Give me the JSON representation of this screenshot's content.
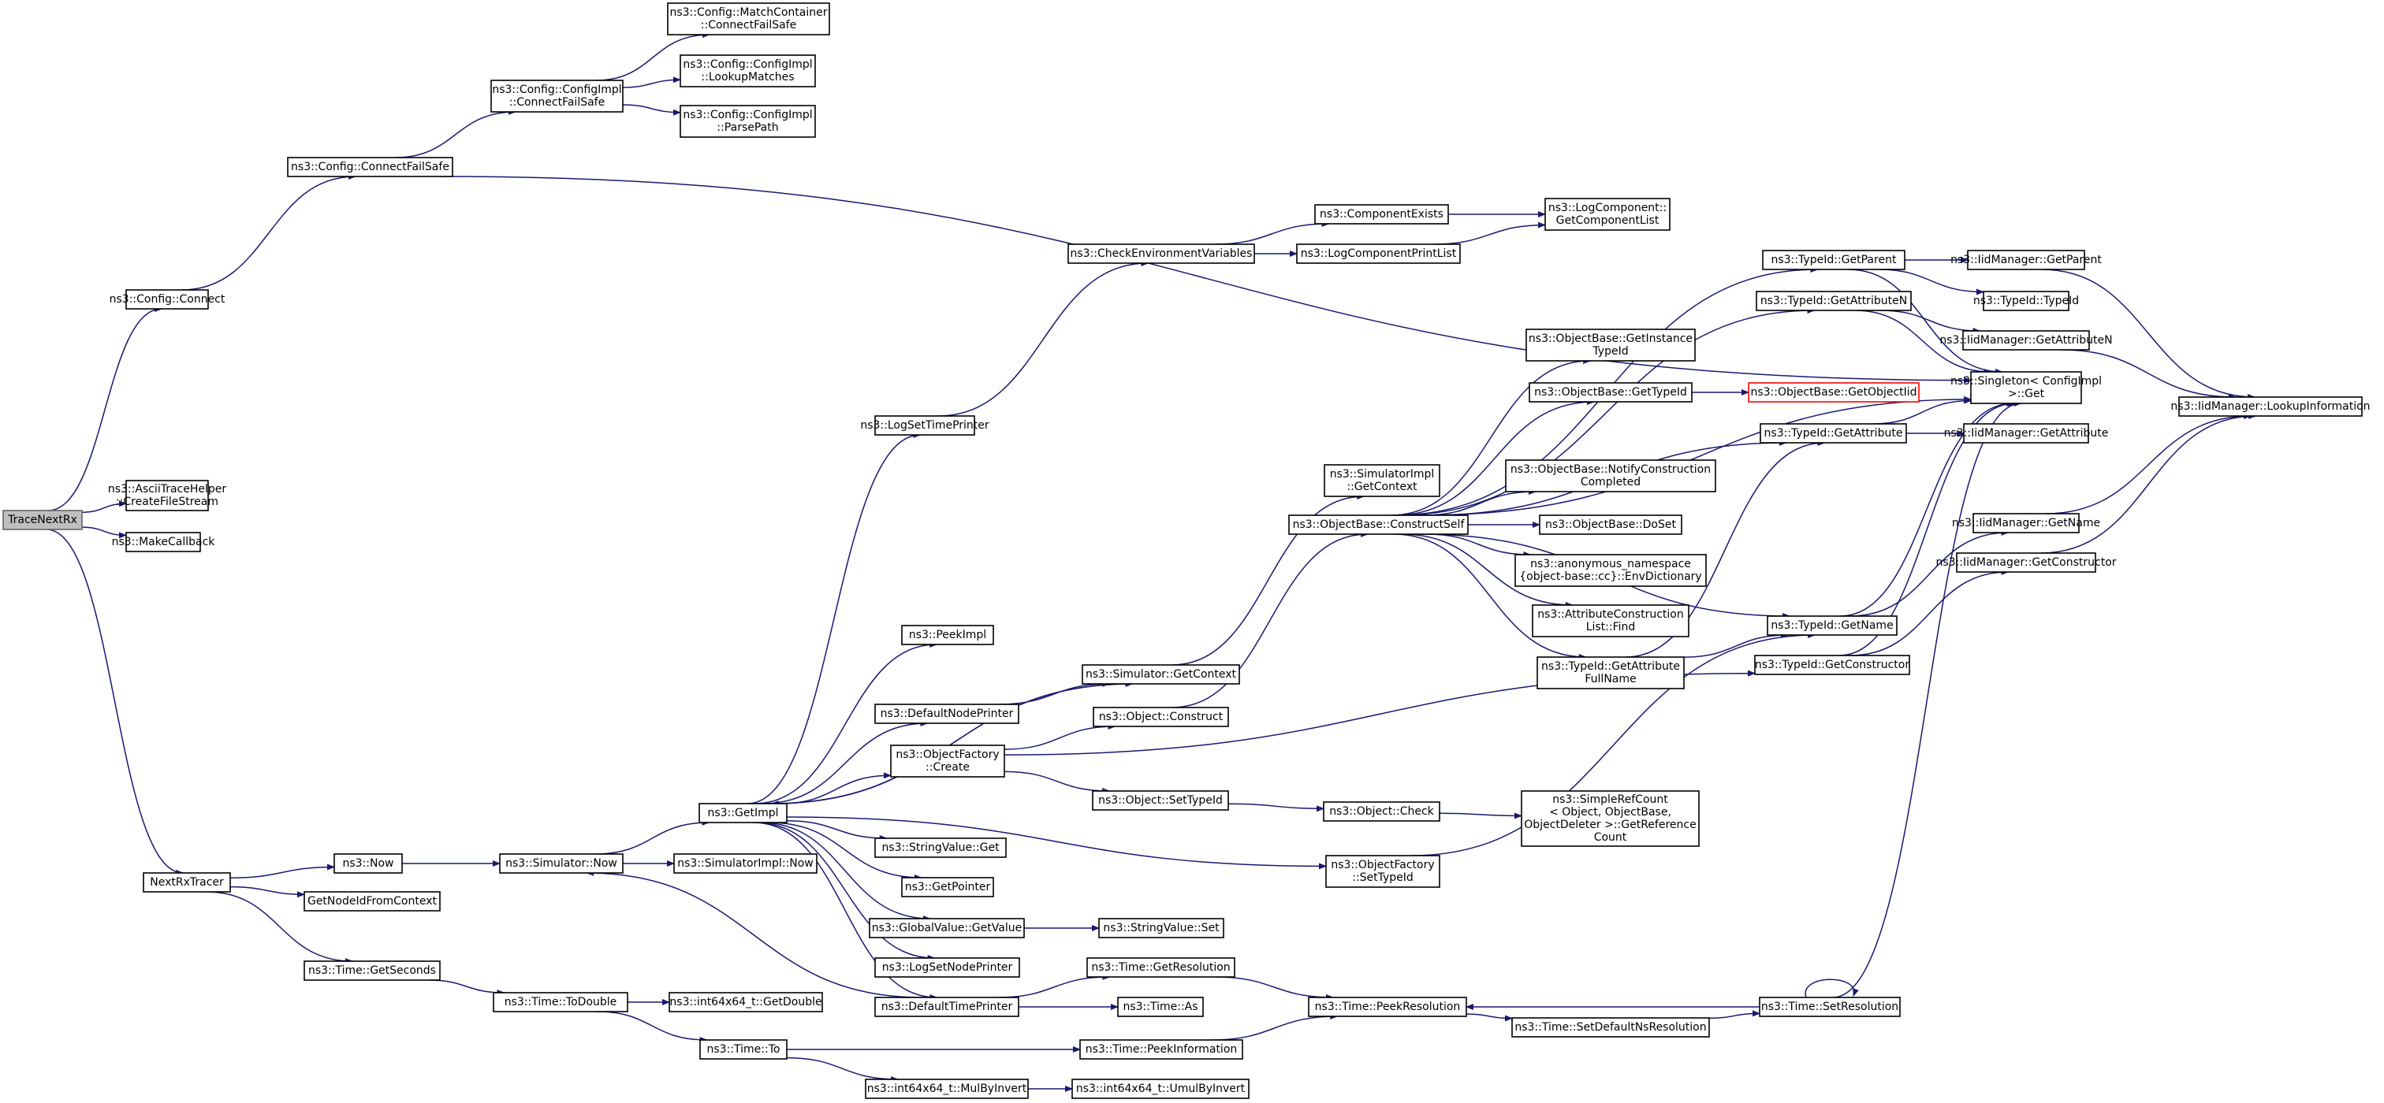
{
  "colors": {
    "edge": "#191970",
    "node_border": "#000000",
    "node_fill": "#ffffff",
    "root_fill": "#bfbfbf",
    "root_border": "#666666",
    "highlight_border": "#ff0000"
  },
  "nodes": [
    {
      "id": "tracenextrx",
      "lines": [
        "TraceNextRx"
      ],
      "root": true
    },
    {
      "id": "config_connect",
      "lines": [
        "ns3::Config::Connect"
      ]
    },
    {
      "id": "ascii_create",
      "lines": [
        "ns3::AsciiTraceHelper",
        "::CreateFileStream"
      ]
    },
    {
      "id": "makecallback",
      "lines": [
        "ns3::MakeCallback"
      ]
    },
    {
      "id": "nextrxtracer",
      "lines": [
        "NextRxTracer"
      ]
    },
    {
      "id": "config_cfs",
      "lines": [
        "ns3::Config::ConnectFailSafe"
      ]
    },
    {
      "id": "configimpl_cfs",
      "lines": [
        "ns3::Config::ConfigImpl",
        "::ConnectFailSafe"
      ]
    },
    {
      "id": "matchcontainer_cfs",
      "lines": [
        "ns3::Config::MatchContainer",
        "::ConnectFailSafe"
      ]
    },
    {
      "id": "configimpl_lookup",
      "lines": [
        "ns3::Config::ConfigImpl",
        "::LookupMatches"
      ]
    },
    {
      "id": "configimpl_parse",
      "lines": [
        "ns3::Config::ConfigImpl",
        "::ParsePath"
      ]
    },
    {
      "id": "singleton_get",
      "lines": [
        "ns3::Singleton< ConfigImpl",
        " >::Get"
      ]
    },
    {
      "id": "now",
      "lines": [
        "ns3::Now"
      ]
    },
    {
      "id": "getnodeid",
      "lines": [
        "GetNodeIdFromContext"
      ]
    },
    {
      "id": "time_getseconds",
      "lines": [
        "ns3::Time::GetSeconds"
      ]
    },
    {
      "id": "simulator_now",
      "lines": [
        "ns3::Simulator::Now"
      ]
    },
    {
      "id": "simimpl_now",
      "lines": [
        "ns3::SimulatorImpl::Now"
      ]
    },
    {
      "id": "getimpl",
      "lines": [
        "ns3::GetImpl"
      ]
    },
    {
      "id": "logsettimeprinter",
      "lines": [
        "ns3::LogSetTimePrinter"
      ]
    },
    {
      "id": "checkenv",
      "lines": [
        "ns3::CheckEnvironmentVariables"
      ]
    },
    {
      "id": "componentexists",
      "lines": [
        "ns3::ComponentExists"
      ]
    },
    {
      "id": "logcompprintlist",
      "lines": [
        "ns3::LogComponentPrintList"
      ]
    },
    {
      "id": "logcomp_getlist",
      "lines": [
        "ns3::LogComponent::",
        "GetComponentList"
      ]
    },
    {
      "id": "peekimpl",
      "lines": [
        "ns3::PeekImpl"
      ]
    },
    {
      "id": "simulator_getcontext",
      "lines": [
        "ns3::Simulator::GetContext"
      ]
    },
    {
      "id": "defaultnodeprinter",
      "lines": [
        "ns3::DefaultNodePrinter"
      ]
    },
    {
      "id": "objectfactory_create",
      "lines": [
        "ns3::ObjectFactory",
        "::Create"
      ]
    },
    {
      "id": "stringvalue_get",
      "lines": [
        "ns3::StringValue::Get"
      ]
    },
    {
      "id": "getpointer",
      "lines": [
        "ns3::GetPointer"
      ]
    },
    {
      "id": "globalvalue_getvalue",
      "lines": [
        "ns3::GlobalValue::GetValue"
      ]
    },
    {
      "id": "logsetnodeprinter",
      "lines": [
        "ns3::LogSetNodePrinter"
      ]
    },
    {
      "id": "defaulttimeprinter",
      "lines": [
        "ns3::DefaultTimePrinter"
      ]
    },
    {
      "id": "simimpl_getcontext",
      "lines": [
        "ns3::SimulatorImpl",
        "::GetContext"
      ]
    },
    {
      "id": "object_construct",
      "lines": [
        "ns3::Object::Construct"
      ]
    },
    {
      "id": "object_settypeid",
      "lines": [
        "ns3::Object::SetTypeId"
      ]
    },
    {
      "id": "objectfactory_settypeid",
      "lines": [
        "ns3::ObjectFactory",
        "::SetTypeId"
      ]
    },
    {
      "id": "stringvalue_set",
      "lines": [
        "ns3::StringValue::Set"
      ]
    },
    {
      "id": "time_getresolution",
      "lines": [
        "ns3::Time::GetResolution"
      ]
    },
    {
      "id": "time_as",
      "lines": [
        "ns3::Time::As"
      ]
    },
    {
      "id": "time_todouble",
      "lines": [
        "ns3::Time::ToDouble"
      ]
    },
    {
      "id": "int64_getdouble",
      "lines": [
        "ns3::int64x64_t::GetDouble"
      ]
    },
    {
      "id": "time_to",
      "lines": [
        "ns3::Time::To"
      ]
    },
    {
      "id": "time_peekinformation",
      "lines": [
        "ns3::Time::PeekInformation"
      ]
    },
    {
      "id": "int64_mulbyinvert",
      "lines": [
        "ns3::int64x64_t::MulByInvert"
      ]
    },
    {
      "id": "int64_umulbyinvert",
      "lines": [
        "ns3::int64x64_t::UmulByInvert"
      ]
    },
    {
      "id": "objectbase_constructself",
      "lines": [
        "ns3::ObjectBase::ConstructSelf"
      ]
    },
    {
      "id": "object_check",
      "lines": [
        "ns3::Object::Check"
      ]
    },
    {
      "id": "simplerefcount",
      "lines": [
        "ns3::SimpleRefCount",
        "< Object, ObjectBase,",
        " ObjectDeleter >::GetReference",
        "Count"
      ]
    },
    {
      "id": "objectbase_getinstancetypeid",
      "lines": [
        "ns3::ObjectBase::GetInstance",
        "TypeId"
      ]
    },
    {
      "id": "objectbase_gettypeid",
      "lines": [
        "ns3::ObjectBase::GetTypeId"
      ]
    },
    {
      "id": "objectbase_getobjectiid",
      "lines": [
        "ns3::ObjectBase::GetObjectIid"
      ],
      "highlight": true
    },
    {
      "id": "objectbase_notify",
      "lines": [
        "ns3::ObjectBase::NotifyConstruction",
        "Completed"
      ]
    },
    {
      "id": "objectbase_doset",
      "lines": [
        "ns3::ObjectBase::DoSet"
      ]
    },
    {
      "id": "anon_envdict",
      "lines": [
        "ns3::anonymous_namespace",
        "{object-base::cc}::EnvDictionary"
      ]
    },
    {
      "id": "attrconstruction_find",
      "lines": [
        "ns3::AttributeConstruction",
        "List::Find"
      ]
    },
    {
      "id": "typeid_getattributefullname",
      "lines": [
        "ns3::TypeId::GetAttribute",
        "FullName"
      ]
    },
    {
      "id": "typeid_getparent",
      "lines": [
        "ns3::TypeId::GetParent"
      ]
    },
    {
      "id": "typeid_getattributen",
      "lines": [
        "ns3::TypeId::GetAttributeN"
      ]
    },
    {
      "id": "typeid_getattribute",
      "lines": [
        "ns3::TypeId::GetAttribute"
      ]
    },
    {
      "id": "typeid_getname",
      "lines": [
        "ns3::TypeId::GetName"
      ]
    },
    {
      "id": "typeid_getconstructor",
      "lines": [
        "ns3::TypeId::GetConstructor"
      ]
    },
    {
      "id": "iidmanager_getparent",
      "lines": [
        "ns3::IidManager::GetParent"
      ]
    },
    {
      "id": "typeid_typeid",
      "lines": [
        "ns3::TypeId::TypeId"
      ]
    },
    {
      "id": "iidmanager_getattributen",
      "lines": [
        "ns3::IidManager::GetAttributeN"
      ]
    },
    {
      "id": "iidmanager_lookupinformation",
      "lines": [
        "ns3::IidManager::LookupInformation"
      ]
    },
    {
      "id": "iidmanager_getattribute",
      "lines": [
        "ns3::IidManager::GetAttribute"
      ]
    },
    {
      "id": "iidmanager_getname",
      "lines": [
        "ns3::IidManager::GetName"
      ]
    },
    {
      "id": "iidmanager_getconstructor",
      "lines": [
        "ns3::IidManager::GetConstructor"
      ]
    },
    {
      "id": "time_peekresolution",
      "lines": [
        "ns3::Time::PeekResolution"
      ]
    },
    {
      "id": "time_setdefaultns",
      "lines": [
        "ns3::Time::SetDefaultNsResolution"
      ]
    },
    {
      "id": "time_setresolution",
      "lines": [
        "ns3::Time::SetResolution"
      ]
    }
  ],
  "edges": [
    [
      "tracenextrx",
      "config_connect"
    ],
    [
      "tracenextrx",
      "ascii_create"
    ],
    [
      "tracenextrx",
      "makecallback"
    ],
    [
      "tracenextrx",
      "nextrxtracer"
    ],
    [
      "config_connect",
      "config_cfs"
    ],
    [
      "config_cfs",
      "configimpl_cfs"
    ],
    [
      "config_cfs",
      "singleton_get"
    ],
    [
      "configimpl_cfs",
      "matchcontainer_cfs"
    ],
    [
      "configimpl_cfs",
      "configimpl_lookup"
    ],
    [
      "configimpl_cfs",
      "configimpl_parse"
    ],
    [
      "nextrxtracer",
      "now"
    ],
    [
      "nextrxtracer",
      "getnodeid"
    ],
    [
      "nextrxtracer",
      "time_getseconds"
    ],
    [
      "now",
      "simulator_now"
    ],
    [
      "simulator_now",
      "simimpl_now"
    ],
    [
      "simulator_now",
      "getimpl"
    ],
    [
      "getimpl",
      "logsettimeprinter"
    ],
    [
      "getimpl",
      "peekimpl"
    ],
    [
      "getimpl",
      "simulator_getcontext"
    ],
    [
      "getimpl",
      "defaultnodeprinter"
    ],
    [
      "getimpl",
      "objectfactory_create"
    ],
    [
      "getimpl",
      "stringvalue_get"
    ],
    [
      "getimpl",
      "getpointer"
    ],
    [
      "getimpl",
      "globalvalue_getvalue"
    ],
    [
      "getimpl",
      "logsetnodeprinter"
    ],
    [
      "getimpl",
      "defaulttimeprinter"
    ],
    [
      "getimpl",
      "objectfactory_settypeid"
    ],
    [
      "logsettimeprinter",
      "checkenv"
    ],
    [
      "checkenv",
      "componentexists"
    ],
    [
      "checkenv",
      "logcompprintlist"
    ],
    [
      "componentexists",
      "logcomp_getlist"
    ],
    [
      "logcompprintlist",
      "logcomp_getlist"
    ],
    [
      "simulator_getcontext",
      "getimpl"
    ],
    [
      "simulator_getcontext",
      "simimpl_getcontext"
    ],
    [
      "defaultnodeprinter",
      "simulator_getcontext"
    ],
    [
      "objectfactory_create",
      "object_construct"
    ],
    [
      "objectfactory_create",
      "object_settypeid"
    ],
    [
      "objectfactory_create",
      "typeid_getconstructor"
    ],
    [
      "object_construct",
      "objectbase_constructself"
    ],
    [
      "object_settypeid",
      "object_check"
    ],
    [
      "object_check",
      "simplerefcount"
    ],
    [
      "objectfactory_settypeid",
      "typeid_getname"
    ],
    [
      "globalvalue_getvalue",
      "stringvalue_set"
    ],
    [
      "defaulttimeprinter",
      "simulator_now"
    ],
    [
      "defaulttimeprinter",
      "time_getresolution"
    ],
    [
      "defaulttimeprinter",
      "time_as"
    ],
    [
      "time_getresolution",
      "time_peekresolution"
    ],
    [
      "time_getseconds",
      "time_todouble"
    ],
    [
      "time_todouble",
      "int64_getdouble"
    ],
    [
      "time_todouble",
      "time_to"
    ],
    [
      "time_to",
      "time_peekinformation"
    ],
    [
      "time_to",
      "int64_mulbyinvert"
    ],
    [
      "int64_mulbyinvert",
      "int64_umulbyinvert"
    ],
    [
      "time_peekinformation",
      "time_peekresolution"
    ],
    [
      "time_peekresolution",
      "time_setdefaultns"
    ],
    [
      "time_setdefaultns",
      "time_setresolution"
    ],
    [
      "time_setresolution",
      "time_peekresolution"
    ],
    [
      "time_setresolution",
      "time_setresolution"
    ],
    [
      "time_setresolution",
      "singleton_get"
    ],
    [
      "objectbase_constructself",
      "typeid_getparent"
    ],
    [
      "objectbase_constructself",
      "typeid_getattributen"
    ],
    [
      "objectbase_constructself",
      "objectbase_getinstancetypeid"
    ],
    [
      "objectbase_constructself",
      "objectbase_gettypeid"
    ],
    [
      "objectbase_constructself",
      "typeid_getattribute"
    ],
    [
      "objectbase_constructself",
      "objectbase_notify"
    ],
    [
      "objectbase_constructself",
      "objectbase_doset"
    ],
    [
      "objectbase_constructself",
      "anon_envdict"
    ],
    [
      "objectbase_constructself",
      "attrconstruction_find"
    ],
    [
      "objectbase_constructself",
      "typeid_getattributefullname"
    ],
    [
      "objectbase_constructself",
      "typeid_getname"
    ],
    [
      "objectbase_constructself",
      "singleton_get"
    ],
    [
      "objectbase_gettypeid",
      "objectbase_getobjectiid"
    ],
    [
      "typeid_getattributefullname",
      "typeid_getattribute"
    ],
    [
      "typeid_getattributefullname",
      "typeid_getname"
    ],
    [
      "typeid_getparent",
      "iidmanager_getparent"
    ],
    [
      "typeid_getparent",
      "typeid_typeid"
    ],
    [
      "typeid_getparent",
      "singleton_get"
    ],
    [
      "typeid_getattributen",
      "iidmanager_getattributen"
    ],
    [
      "typeid_getattributen",
      "singleton_get"
    ],
    [
      "typeid_getattribute",
      "iidmanager_getattribute"
    ],
    [
      "typeid_getattribute",
      "singleton_get"
    ],
    [
      "typeid_getname",
      "iidmanager_getname"
    ],
    [
      "typeid_getname",
      "singleton_get"
    ],
    [
      "typeid_getconstructor",
      "iidmanager_getconstructor"
    ],
    [
      "typeid_getconstructor",
      "singleton_get"
    ],
    [
      "iidmanager_getparent",
      "iidmanager_lookupinformation"
    ],
    [
      "iidmanager_getattributen",
      "iidmanager_lookupinformation"
    ],
    [
      "iidmanager_getname",
      "iidmanager_lookupinformation"
    ],
    [
      "iidmanager_getconstructor",
      "iidmanager_lookupinformation"
    ]
  ]
}
